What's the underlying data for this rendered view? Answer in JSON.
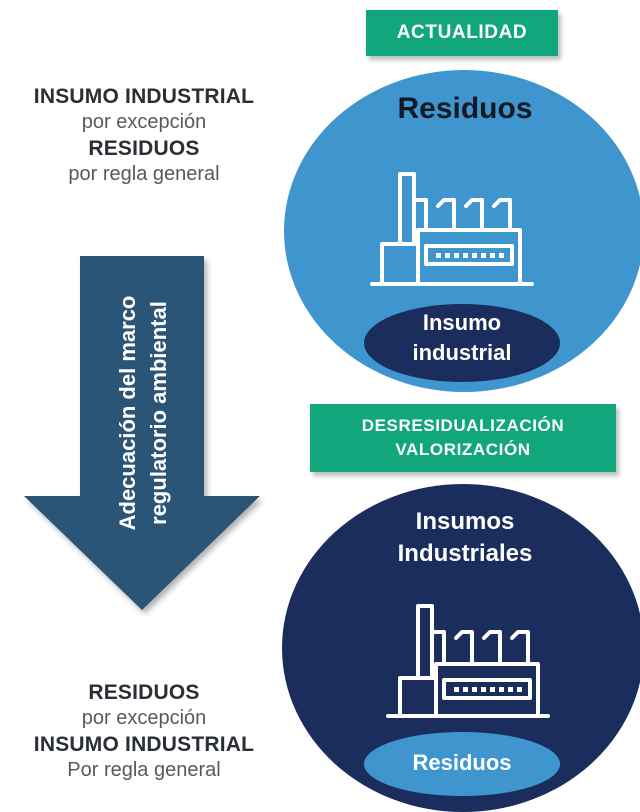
{
  "left_top": {
    "line1": "INSUMO INDUSTRIAL",
    "line2": "por excepción",
    "line3": "RESIDUOS",
    "line4": "por regla general"
  },
  "left_bottom": {
    "line1": "RESIDUOS",
    "line2": "por excepción",
    "line3": "INSUMO INDUSTRIAL",
    "line4": "Por regla general"
  },
  "arrow": {
    "line1": "Adecuación del marco",
    "line2": "regulatorio ambiental",
    "color": "#2b5577"
  },
  "top_badge": {
    "label": "ACTUALIDAD",
    "color": "#12a67c"
  },
  "top_circle": {
    "title": "Residuos",
    "pill_line1": "Insumo",
    "pill_line2": "industrial",
    "color": "#3f96cf",
    "pill_color": "#1b2d5c",
    "icon": "factory-icon"
  },
  "middle_badge": {
    "line1": "DESRESIDUALIZACIÓN",
    "line2": "VALORIZACIÓN",
    "color": "#12a67c"
  },
  "bottom_circle": {
    "title_line1": "Insumos",
    "title_line2": "Industriales",
    "pill_label": "Residuos",
    "color": "#1b2d5c",
    "pill_color": "#3f96cf",
    "icon": "factory-icon"
  }
}
